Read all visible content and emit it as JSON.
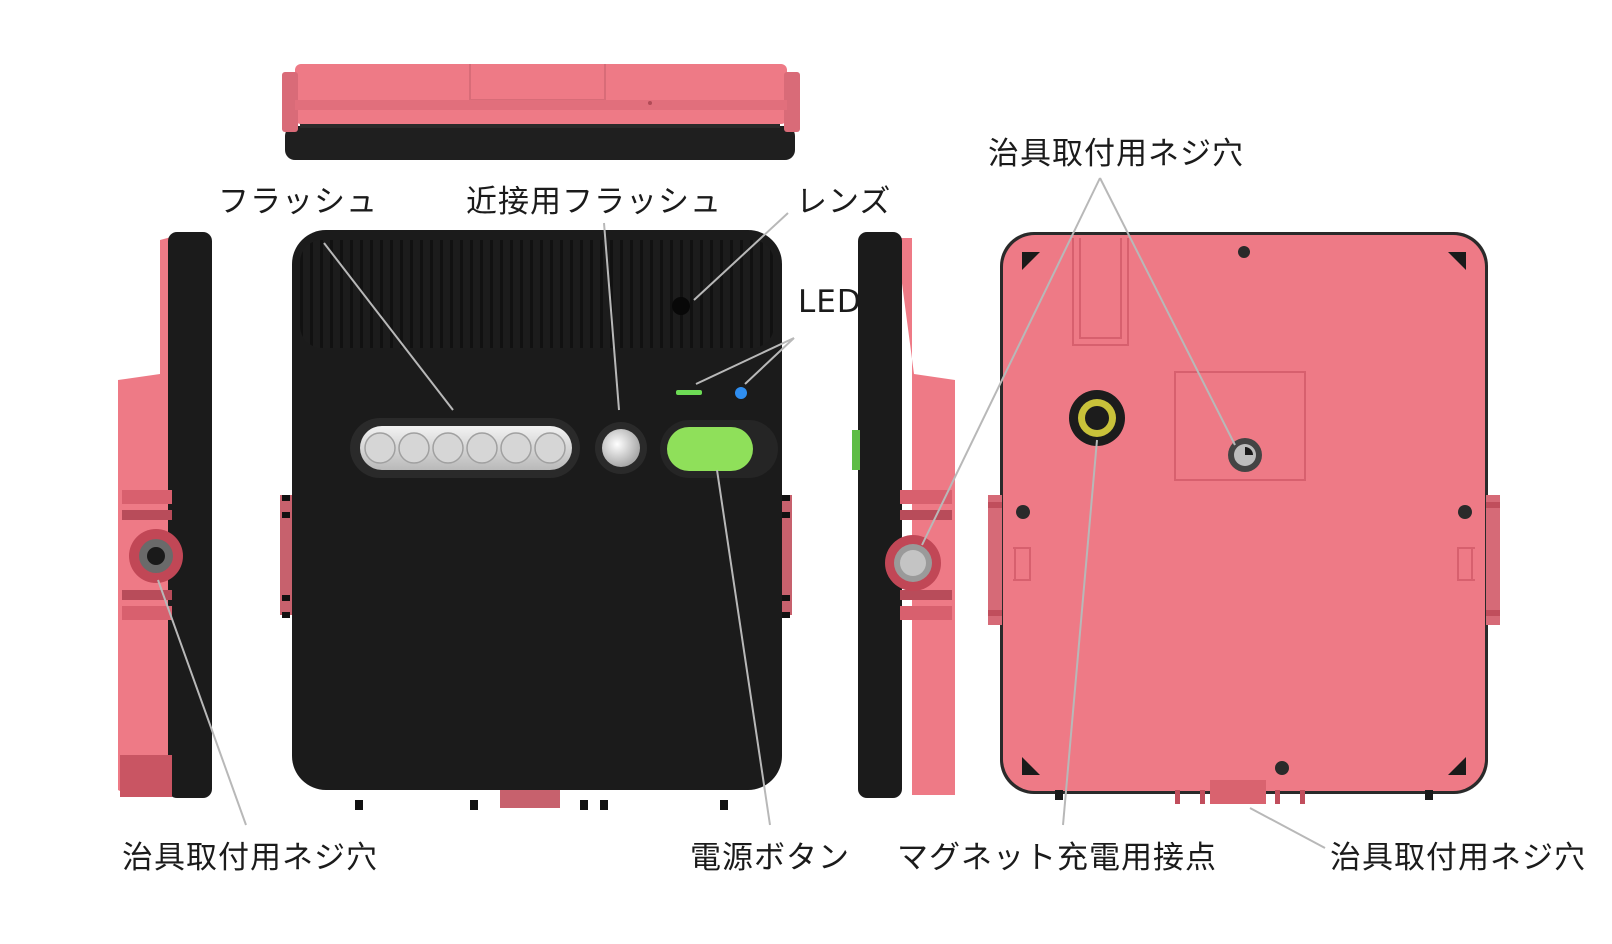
{
  "labels": {
    "flash": "フラッシュ",
    "proximity_flash": "近接用フラッシュ",
    "lens": "レンズ",
    "led": "LED",
    "screw_hole_top_right": "治具取付用ネジ穴",
    "screw_hole_bottom_left": "治具取付用ネジ穴",
    "power_button": "電源ボタン",
    "magnet_charge_contact": "マグネット充電用接点",
    "screw_hole_bottom_right": "治具取付用ネジ穴"
  },
  "colors": {
    "body_black": "#1a1a1a",
    "shell_pink": "#ee7a86",
    "shell_pink_dark": "#d65e6c",
    "power_button_green": "#8fe05a",
    "led_green": "#6ddc55",
    "led_blue": "#2f8ef0",
    "leader_line": "#b8b8b8",
    "contact_yellow": "#c9c23a"
  }
}
